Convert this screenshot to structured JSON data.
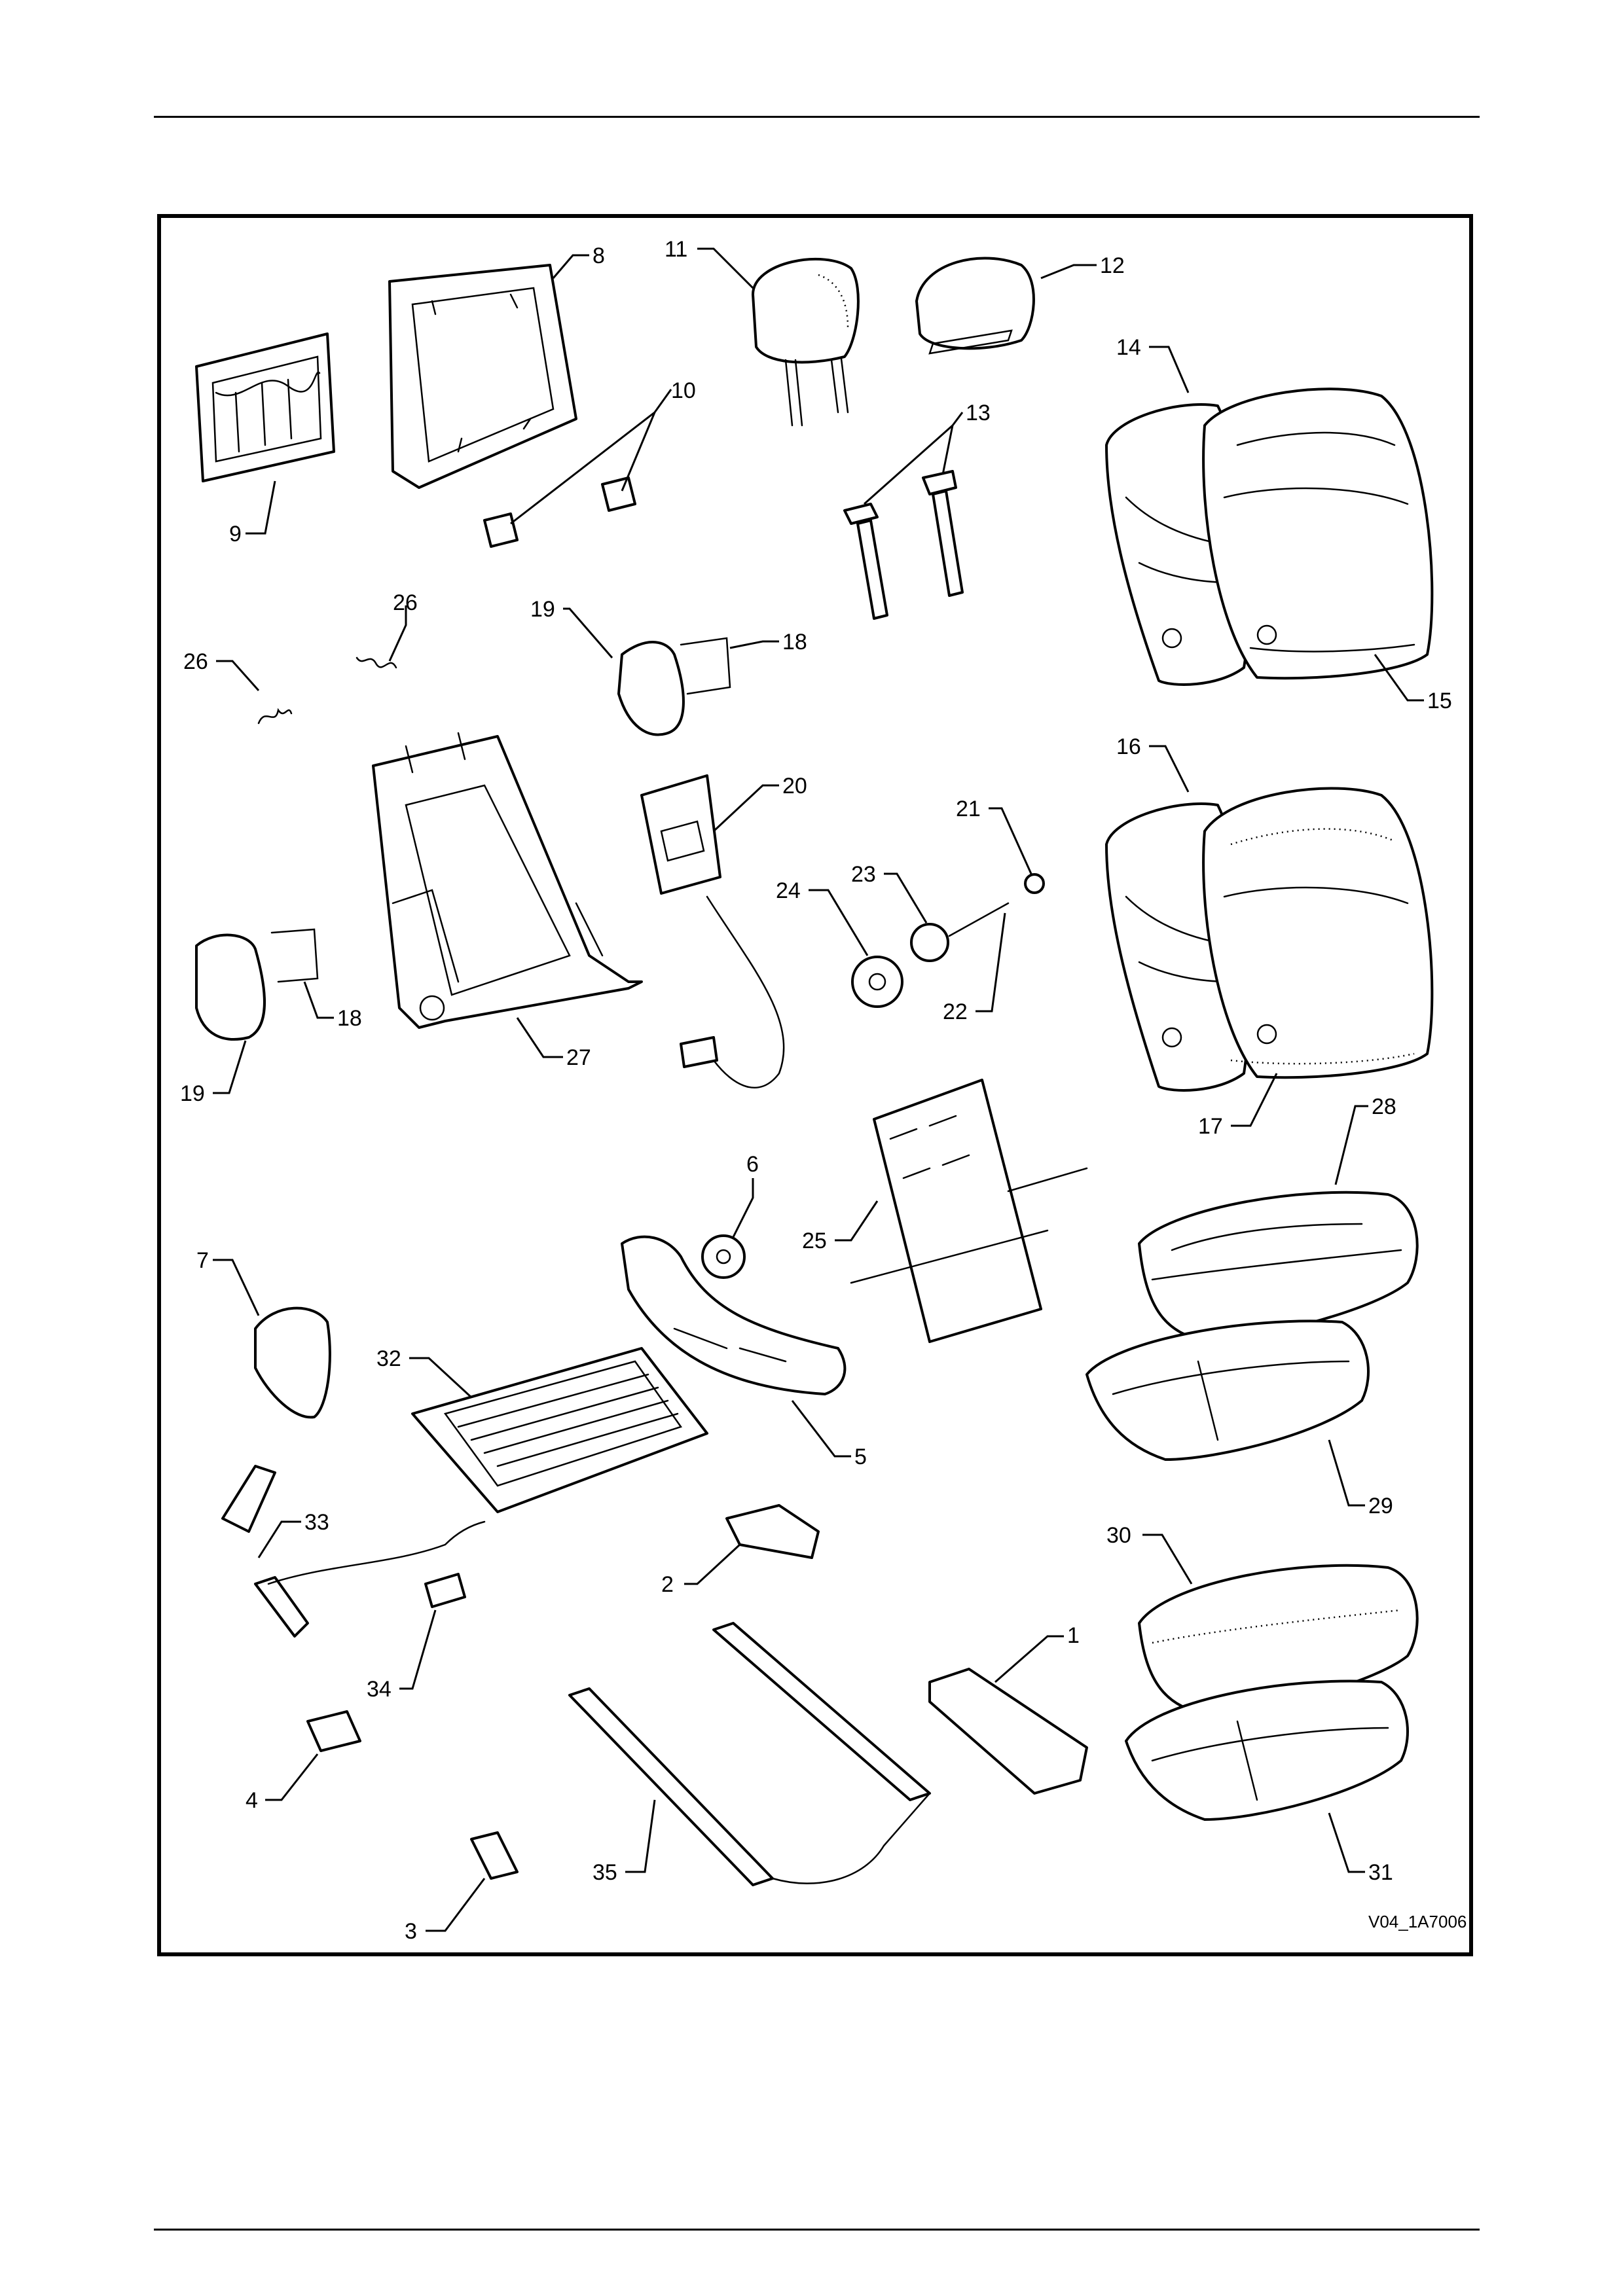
{
  "figure_code": "V04_1A7006",
  "callouts": [
    {
      "id": "1",
      "label": "1"
    },
    {
      "id": "2",
      "label": "2"
    },
    {
      "id": "3",
      "label": "3"
    },
    {
      "id": "4",
      "label": "4"
    },
    {
      "id": "5",
      "label": "5"
    },
    {
      "id": "6",
      "label": "6"
    },
    {
      "id": "7",
      "label": "7"
    },
    {
      "id": "8",
      "label": "8"
    },
    {
      "id": "9",
      "label": "9"
    },
    {
      "id": "10",
      "label": "10"
    },
    {
      "id": "11",
      "label": "11"
    },
    {
      "id": "12",
      "label": "12"
    },
    {
      "id": "13",
      "label": "13"
    },
    {
      "id": "14",
      "label": "14"
    },
    {
      "id": "15",
      "label": "15"
    },
    {
      "id": "16",
      "label": "16"
    },
    {
      "id": "17",
      "label": "17"
    },
    {
      "id": "18a",
      "label": "18"
    },
    {
      "id": "18b",
      "label": "18"
    },
    {
      "id": "19a",
      "label": "19"
    },
    {
      "id": "19b",
      "label": "19"
    },
    {
      "id": "20",
      "label": "20"
    },
    {
      "id": "21",
      "label": "21"
    },
    {
      "id": "22",
      "label": "22"
    },
    {
      "id": "23",
      "label": "23"
    },
    {
      "id": "24",
      "label": "24"
    },
    {
      "id": "25",
      "label": "25"
    },
    {
      "id": "26a",
      "label": "26"
    },
    {
      "id": "26b",
      "label": "26"
    },
    {
      "id": "27",
      "label": "27"
    },
    {
      "id": "28",
      "label": "28"
    },
    {
      "id": "29",
      "label": "29"
    },
    {
      "id": "30",
      "label": "30"
    },
    {
      "id": "31",
      "label": "31"
    },
    {
      "id": "32",
      "label": "32"
    },
    {
      "id": "33",
      "label": "33"
    },
    {
      "id": "34",
      "label": "34"
    },
    {
      "id": "35",
      "label": "35"
    }
  ]
}
